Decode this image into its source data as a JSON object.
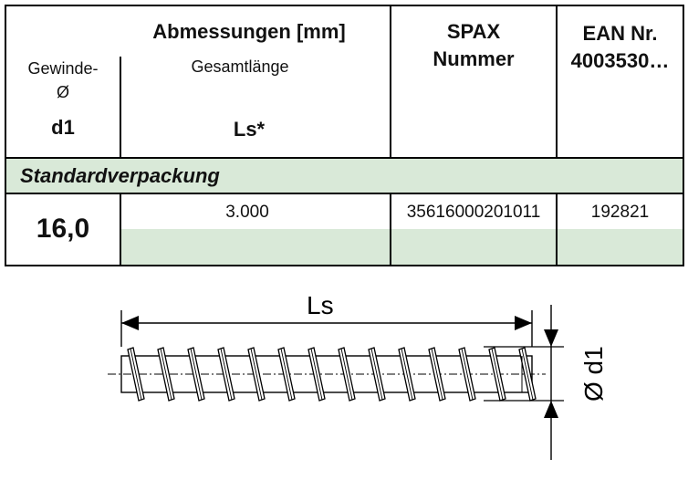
{
  "table": {
    "header": {
      "abmessungen": "Abmessungen [mm]",
      "gewinde_line1": "Gewinde-",
      "gewinde_line2": "Ø",
      "d1": "d1",
      "gesamtlaenge": "Gesamtlänge",
      "ls": "Ls*",
      "spax_line1": "SPAX",
      "spax_line2": "Nummer",
      "ean_line1": "EAN Nr.",
      "ean_line2": "4003530…"
    },
    "section_label": "Standardverpackung",
    "row": {
      "diameter": "16,0",
      "length": "3.000",
      "spax_number": "35616000201011",
      "ean": "192821"
    }
  },
  "drawing": {
    "length_label": "Ls",
    "diameter_label": "Ø d1"
  },
  "colors": {
    "green_fill": "#d9e9d8",
    "line": "#000000"
  }
}
